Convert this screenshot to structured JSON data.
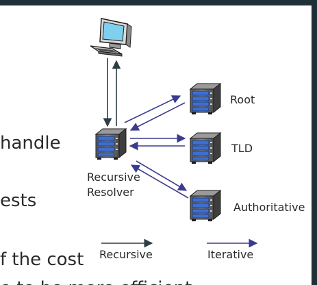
{
  "background_text": {
    "line1": "handle",
    "line2": "ests",
    "line3": "f the cost",
    "line4": "e to be more efficient"
  },
  "nodes": {
    "client": "",
    "resolver_line1": "Recursive",
    "resolver_line2": "Resolver",
    "root": "Root",
    "tld": "TLD",
    "authoritative": "Authoritative"
  },
  "legend": {
    "recursive": "Recursive",
    "iterative": "Iterative"
  },
  "colors": {
    "recursive_arrow": "#2d3f45",
    "iterative_arrow": "#3b3b8f",
    "server_blue": "#3c6fd0",
    "frame": "#1f3038"
  }
}
